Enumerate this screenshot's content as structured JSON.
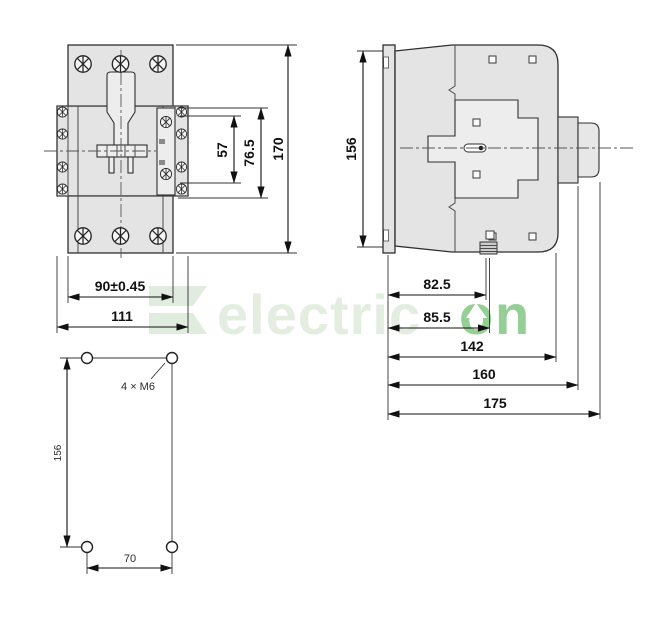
{
  "front_view": {
    "dim_mount_width": "90±0.45",
    "dim_width": "111",
    "dim_contact_span": "57",
    "dim_aux_span": "76.5",
    "dim_height": "170"
  },
  "side_view": {
    "dim_height": "156",
    "dim_a": "82.5",
    "dim_b": "85.5",
    "dim_c": "142",
    "dim_d": "160",
    "dim_depth": "175"
  },
  "mounting_view": {
    "hole_label": "4 × M6",
    "dim_vertical": "156",
    "dim_horizontal": "70"
  },
  "watermark": {
    "brand_prefix": "electric",
    "brand_o": "o",
    "brand_suffix": "n",
    "color_pale": "#e3eee1",
    "color_bright": "#95cf95"
  },
  "colors": {
    "background": "#ffffff",
    "body_fill": "#e4e4e4",
    "outline": "#2f2f2f",
    "dimension_text": "#111111"
  }
}
